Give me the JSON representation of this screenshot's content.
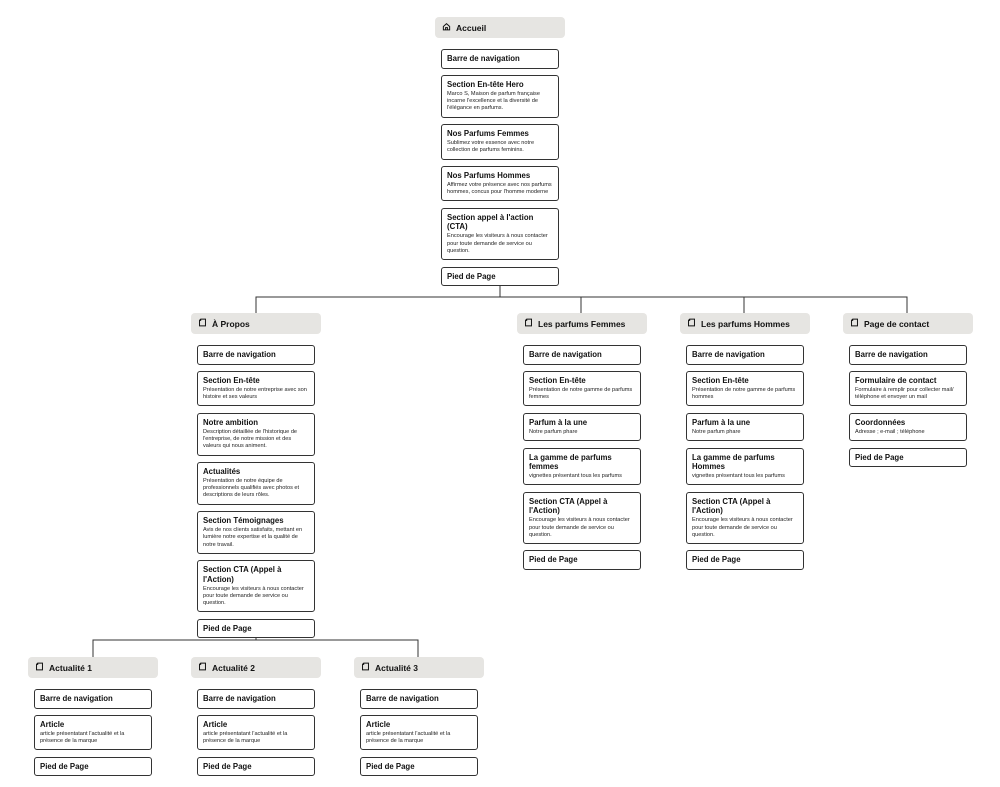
{
  "columns": [
    {
      "id": "accueil",
      "header": "Accueil",
      "icon": "home-icon",
      "cards": [
        {
          "title": "Barre de navigation"
        },
        {
          "title": "Section En-tête Hero",
          "desc": "Marco S, Maison de parfum française incarne l'excellence et la diversité de l'élégance en parfums."
        },
        {
          "title": "Nos Parfums Femmes",
          "desc": "Sublimez votre essence avec notre collection de parfums feminins."
        },
        {
          "title": "Nos Parfums Hommes",
          "desc": "Affirmez votre présence avec nos parfums hommes, concus pour l'homme moderne"
        },
        {
          "title": "Section appel à l'action (CTA)",
          "desc": "Encourage les visiteurs à nous contacter pour toute demande de service ou question."
        },
        {
          "title": "Pied de Page"
        }
      ]
    },
    {
      "id": "a-propos",
      "header": "À Propos",
      "icon": "page-icon",
      "cards": [
        {
          "title": "Barre de navigation"
        },
        {
          "title": "Section En-tête",
          "desc": "Présentation de notre entreprise avec son histoire et ses valeurs"
        },
        {
          "title": "Notre ambition",
          "desc": "Description détaillée de l'historique de l'entreprise, de notre mission et des valeurs qui nous animent."
        },
        {
          "title": "Actualités",
          "desc": "Présentation de notre équipe de professionnels qualifiés avec photos et descriptions de leurs rôles."
        },
        {
          "title": "Section Témoignages",
          "desc": "Avis de nos clients satisfaits, mettant en lumière notre expertise et la qualité de notre travail."
        },
        {
          "title": "Section CTA (Appel à l'Action)",
          "desc": "Encourage les visiteurs à nous contacter pour toute demande de service ou question."
        },
        {
          "title": "Pied de Page"
        }
      ]
    },
    {
      "id": "parfums-femmes",
      "header": "Les parfums Femmes",
      "icon": "page-icon",
      "cards": [
        {
          "title": "Barre de navigation"
        },
        {
          "title": "Section En-tête",
          "desc": "Présentation de notre gamme de parfums femmes"
        },
        {
          "title": "Parfum à la une",
          "desc": "Notre parfum phare"
        },
        {
          "title": "La gamme de parfums femmes",
          "desc": "vignettes présentant tous les parfums"
        },
        {
          "title": "Section CTA (Appel à l'Action)",
          "desc": "Encourage les visiteurs à nous contacter pour toute demande de service ou question."
        },
        {
          "title": "Pied de Page"
        }
      ]
    },
    {
      "id": "parfums-hommes",
      "header": "Les parfums Hommes",
      "icon": "page-icon",
      "cards": [
        {
          "title": "Barre de navigation"
        },
        {
          "title": "Section En-tête",
          "desc": "Présentation de notre gamme de parfums hommes"
        },
        {
          "title": "Parfum à la une",
          "desc": "Notre parfum phare"
        },
        {
          "title": "La gamme de parfums Hommes",
          "desc": "vignettes présentant tous les parfums"
        },
        {
          "title": "Section CTA (Appel à l'Action)",
          "desc": "Encourage les visiteurs à nous contacter pour toute demande de service ou question."
        },
        {
          "title": "Pied de Page"
        }
      ]
    },
    {
      "id": "contact",
      "header": "Page de contact",
      "icon": "page-icon",
      "cards": [
        {
          "title": "Barre de navigation"
        },
        {
          "title": "Formulaire de contact",
          "desc": "Formulaire à remplir pour collecter mail/ téléphone et envoyer un mail"
        },
        {
          "title": "Coordonnées",
          "desc": "Adresse ; e-mail ; téléphone"
        },
        {
          "title": "Pied de Page"
        }
      ]
    },
    {
      "id": "actualite-1",
      "header": "Actualité 1",
      "icon": "page-icon",
      "cards": [
        {
          "title": "Barre de navigation"
        },
        {
          "title": "Article",
          "desc": "article présentatant l'actualité et la présence de la marque"
        },
        {
          "title": "Pied de Page"
        }
      ]
    },
    {
      "id": "actualite-2",
      "header": "Actualité 2",
      "icon": "page-icon",
      "cards": [
        {
          "title": "Barre de navigation"
        },
        {
          "title": "Article",
          "desc": "article présentatant l'actualité et la présence de la marque"
        },
        {
          "title": "Pied de Page"
        }
      ]
    },
    {
      "id": "actualite-3",
      "header": "Actualité 3",
      "icon": "page-icon",
      "cards": [
        {
          "title": "Barre de navigation"
        },
        {
          "title": "Article",
          "desc": "article présentatant l'actualité et la présence de la marque"
        },
        {
          "title": "Pied de Page"
        }
      ]
    }
  ]
}
